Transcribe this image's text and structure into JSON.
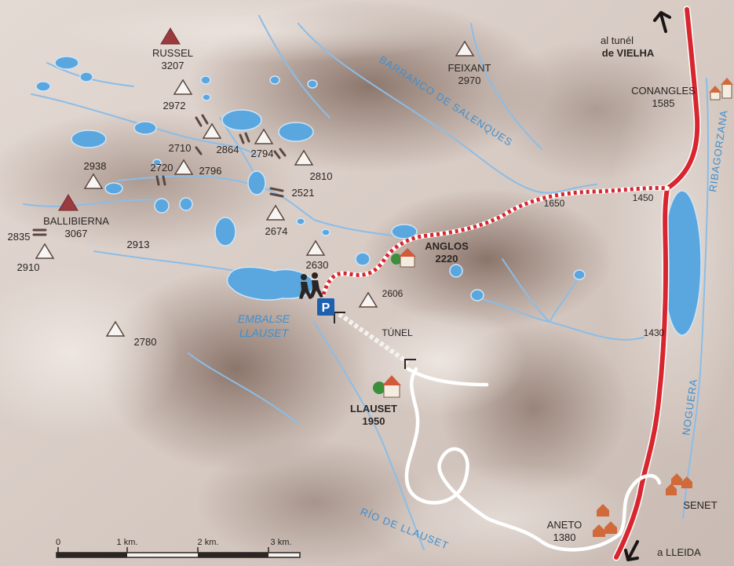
{
  "peaks_major": [
    {
      "name": "RUSSEL",
      "alt": "3207"
    },
    {
      "name": "BALLIBIERNA",
      "alt": "3067"
    }
  ],
  "peaks": [
    "2972",
    "2864",
    "2794",
    "2810",
    "2938",
    "2796",
    "2674",
    "2630",
    "2606",
    "2780",
    "2910"
  ],
  "elevations_plain": [
    "2710",
    "2720",
    "2521",
    "2913",
    "2835",
    "1650",
    "1450",
    "1430"
  ],
  "feixant": {
    "name": "FEIXANT",
    "alt": "2970"
  },
  "refuges": [
    {
      "name": "ANGLOS",
      "alt": "2220"
    },
    {
      "name": "LLAUSET",
      "alt": "1950"
    }
  ],
  "villages": [
    {
      "name": "CONANGLES",
      "alt": "1585"
    },
    {
      "name": "ANETO",
      "alt": "1380"
    },
    {
      "name": "SENET",
      "alt": ""
    }
  ],
  "water": {
    "reservoir_line1": "EMBALSE",
    "reservoir_line2": "LLAUSET",
    "barranco": "BARRANCO DE SALENQUES",
    "ribagorzana": "RIBAGORZANA",
    "noguera": "NOGUERA",
    "rio": "RÍO DE LLAUSET"
  },
  "tunnel": "TÚNEL",
  "directions": {
    "north_line1": "al tunél",
    "north_line2": "de VIELHA",
    "south": "a LLEIDA"
  },
  "parking": "P",
  "scale": {
    "labels": [
      "0",
      "1 km.",
      "2 km.",
      "3 km."
    ]
  },
  "colors": {
    "road_main": "#d8262f",
    "route_dotted": "#d8262f",
    "water": "#5aa7e0",
    "terrain_light": "#d7ccc6",
    "terrain_dark": "#8d7669",
    "peak_major": "#9c3b3e"
  }
}
